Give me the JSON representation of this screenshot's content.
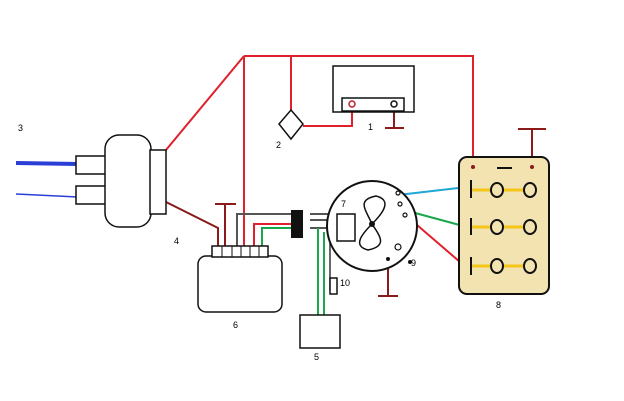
{
  "colors": {
    "red": "#e0202a",
    "darkred": "#8b1a1a",
    "blue": "#2a3fd6",
    "cyan": "#21a6d6",
    "green": "#18a84a",
    "yellow": "#f5c518",
    "panel_fill": "#f2e3b0",
    "outline": "#111111"
  },
  "labels": {
    "l1": "1",
    "l2": "2",
    "l3": "3",
    "l4": "4",
    "l5": "5",
    "l6": "6",
    "l7": "7",
    "l8": "8",
    "l9": "9",
    "l10": "10"
  },
  "icons": {
    "ignition_switch": "circular rotary switch with bow-tie rotor",
    "fuse": "diamond",
    "ground": "T-shaped ground post"
  }
}
